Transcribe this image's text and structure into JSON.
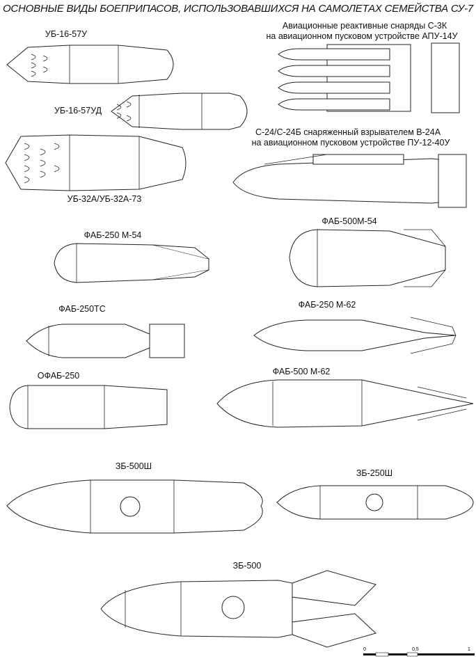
{
  "title": "ОСНОВНЫЕ ВИДЫ БОЕПРИПАСОВ, ИСПОЛЬЗОВАВШИХСЯ НА САМОЛЕТАХ СЕМЕЙСТВА СУ-7",
  "labels": {
    "ub16_57u": "УБ-16-57У",
    "ub16_57ud": "УБ-16-57УД",
    "ub32": "УБ-32А/УБ-32А-73",
    "s3k_line1": "Авиационные реактивные снаряды С-3К",
    "s3k_line2": "на авиационном пусковом устройстве АПУ-14У",
    "s24_line1": "С-24/С-24Б снаряженный взрывателем В-24А",
    "s24_line2": "на авиационном пусковом устройстве ПУ-12-40У",
    "fab250m54": "ФАБ-250 М-54",
    "fab500m54": "ФАБ-500М-54",
    "fab250ts": "ФАБ-250ТС",
    "fab250m62": "ФАБ-250 М-62",
    "ofab250": "ОФАБ-250",
    "fab500m62": "ФАБ-500 М-62",
    "zb500sh": "ЗБ-500Ш",
    "zb250sh": "ЗБ-250Ш",
    "zb500": "ЗБ-500"
  },
  "scale": {
    "start": "0",
    "mid": "0,5",
    "end": "1"
  }
}
